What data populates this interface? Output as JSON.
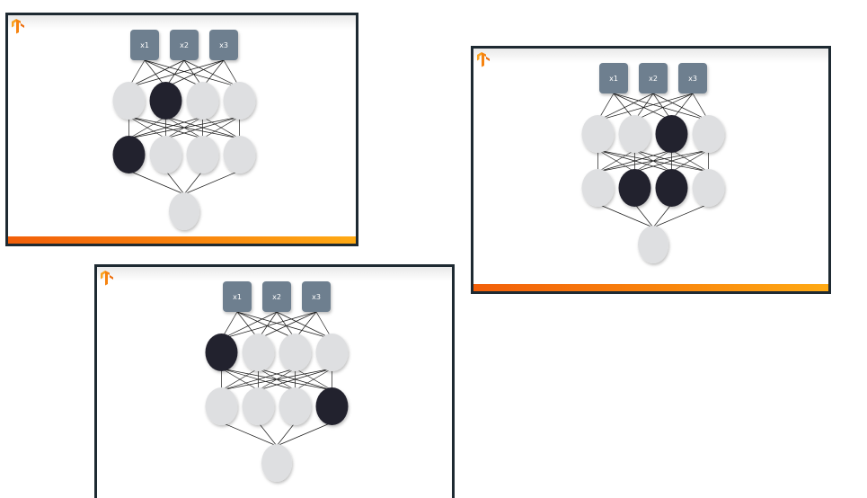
{
  "colors": {
    "frame": "#1e2a32",
    "input_box": "#6e7f8f",
    "node_inactive": "#dedfe1",
    "node_active": "#23222d",
    "edge": "#1a1a1a",
    "accent_start": "#f25f0a",
    "accent_end": "#ffaa14"
  },
  "icons": {
    "logo": "tensorflow-logo-icon"
  },
  "slides": [
    {
      "inputs": [
        "x1",
        "x2",
        "x3"
      ],
      "hidden1_active": [
        false,
        true,
        false,
        false
      ],
      "hidden2_active": [
        true,
        false,
        false,
        false
      ],
      "output_active": [
        false
      ]
    },
    {
      "inputs": [
        "x1",
        "x2",
        "x3"
      ],
      "hidden1_active": [
        false,
        false,
        true,
        false
      ],
      "hidden2_active": [
        false,
        true,
        true,
        false
      ],
      "output_active": [
        false
      ]
    },
    {
      "inputs": [
        "x1",
        "x2",
        "x3"
      ],
      "hidden1_active": [
        true,
        false,
        false,
        false
      ],
      "hidden2_active": [
        false,
        false,
        false,
        true
      ],
      "output_active": [
        false
      ]
    }
  ]
}
